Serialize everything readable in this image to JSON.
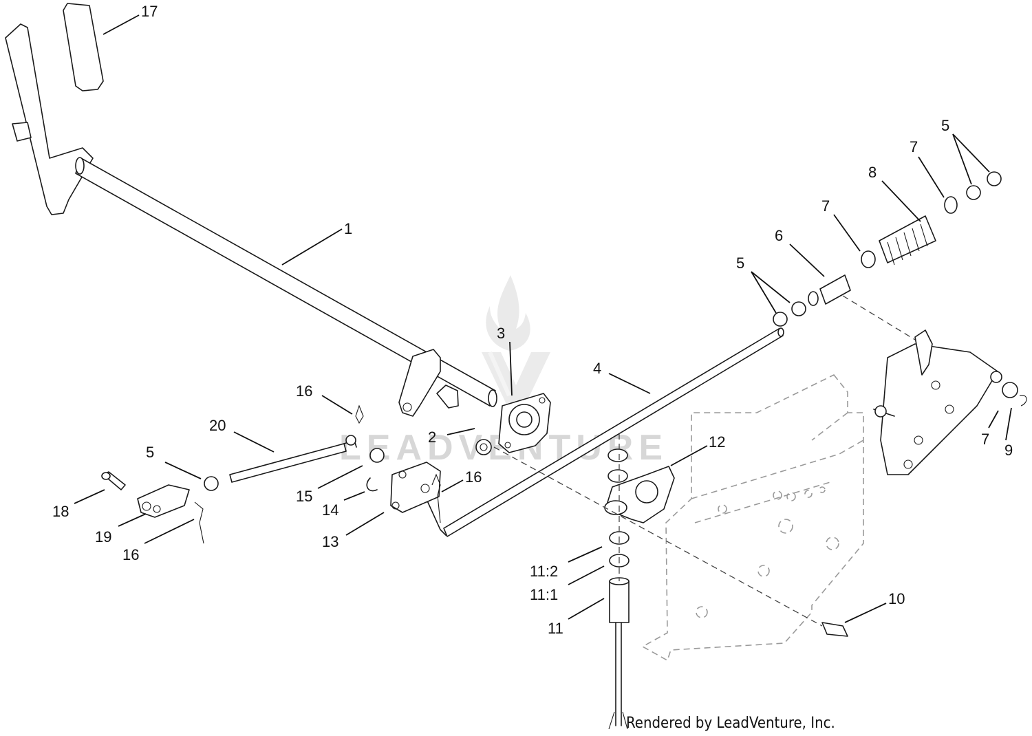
{
  "watermark": {
    "text": "LEADVENTURE"
  },
  "credit": "Rendered by LeadVenture, Inc.",
  "callouts": [
    {
      "id": "c17",
      "label": "17"
    },
    {
      "id": "c1",
      "label": "1"
    },
    {
      "id": "c3",
      "label": "3"
    },
    {
      "id": "c2",
      "label": "2"
    },
    {
      "id": "c16a",
      "label": "16"
    },
    {
      "id": "c20",
      "label": "20"
    },
    {
      "id": "c5a",
      "label": "5"
    },
    {
      "id": "c18",
      "label": "18"
    },
    {
      "id": "c19",
      "label": "19"
    },
    {
      "id": "c16b",
      "label": "16"
    },
    {
      "id": "c15",
      "label": "15"
    },
    {
      "id": "c14",
      "label": "14"
    },
    {
      "id": "c13",
      "label": "13"
    },
    {
      "id": "c16c",
      "label": "16"
    },
    {
      "id": "c4",
      "label": "4"
    },
    {
      "id": "c12",
      "label": "12"
    },
    {
      "id": "c11_2",
      "label": "11:2"
    },
    {
      "id": "c11_1",
      "label": "11:1"
    },
    {
      "id": "c11",
      "label": "11"
    },
    {
      "id": "c10",
      "label": "10"
    },
    {
      "id": "c5b",
      "label": "5"
    },
    {
      "id": "c6",
      "label": "6"
    },
    {
      "id": "c7a",
      "label": "7"
    },
    {
      "id": "c8",
      "label": "8"
    },
    {
      "id": "c7b",
      "label": "7"
    },
    {
      "id": "c5c",
      "label": "5"
    },
    {
      "id": "c7c",
      "label": "7"
    },
    {
      "id": "c9",
      "label": "9"
    }
  ]
}
